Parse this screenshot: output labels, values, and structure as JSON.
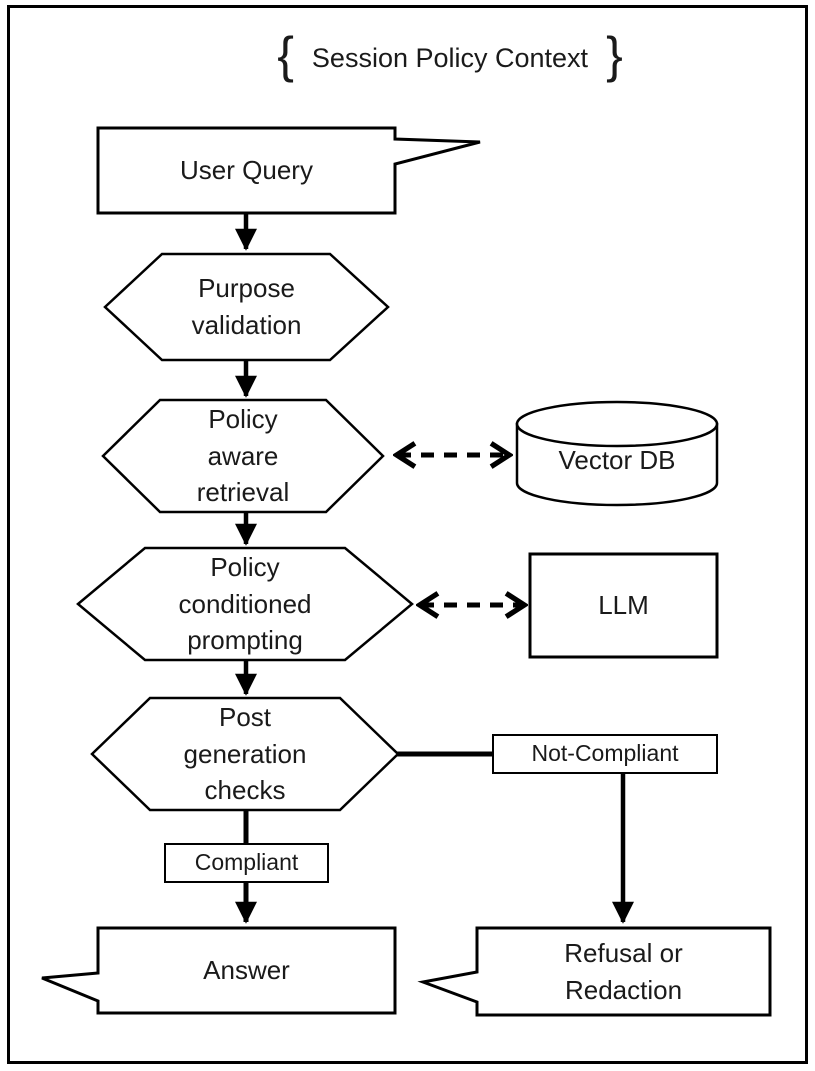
{
  "diagram": {
    "title": {
      "brace_left": "{",
      "text": "Session Policy Context",
      "brace_right": "}"
    },
    "nodes": {
      "user_query": {
        "label": "User Query",
        "shape": "rectangular-callout-right"
      },
      "purpose_validation": {
        "label": "Purpose validation",
        "shape": "hexagon"
      },
      "policy_aware_retrieval": {
        "label": "Policy aware retrieval",
        "shape": "hexagon"
      },
      "vector_db": {
        "label": "Vector DB",
        "shape": "cylinder"
      },
      "policy_conditioned_prompting": {
        "label": "Policy conditioned prompting",
        "shape": "hexagon"
      },
      "llm": {
        "label": "LLM",
        "shape": "rectangle"
      },
      "post_generation_checks": {
        "label": "Post generation checks",
        "shape": "hexagon"
      },
      "compliant": {
        "label": "Compliant",
        "shape": "label-box"
      },
      "not_compliant": {
        "label": "Not-Compliant",
        "shape": "label-box"
      },
      "answer": {
        "label": "Answer",
        "shape": "rectangular-callout-left"
      },
      "refusal_or_redaction": {
        "label": "Refusal or Redaction",
        "shape": "rectangular-callout-left"
      }
    },
    "edges": [
      {
        "from": "user_query",
        "to": "purpose_validation",
        "style": "solid-arrow"
      },
      {
        "from": "purpose_validation",
        "to": "policy_aware_retrieval",
        "style": "solid-arrow"
      },
      {
        "from": "policy_aware_retrieval",
        "to": "vector_db",
        "style": "dashed-double-arrow"
      },
      {
        "from": "policy_aware_retrieval",
        "to": "policy_conditioned_prompting",
        "style": "solid-arrow"
      },
      {
        "from": "policy_conditioned_prompting",
        "to": "llm",
        "style": "dashed-double-arrow"
      },
      {
        "from": "policy_conditioned_prompting",
        "to": "post_generation_checks",
        "style": "solid-arrow"
      },
      {
        "from": "post_generation_checks",
        "to": "answer",
        "style": "solid-arrow",
        "via_label": "Compliant"
      },
      {
        "from": "post_generation_checks",
        "to": "refusal_or_redaction",
        "style": "solid-arrow",
        "via_label": "Not-Compliant"
      }
    ],
    "colors": {
      "stroke": "#000000",
      "fill": "#ffffff",
      "text": "#1a1a1a"
    }
  }
}
